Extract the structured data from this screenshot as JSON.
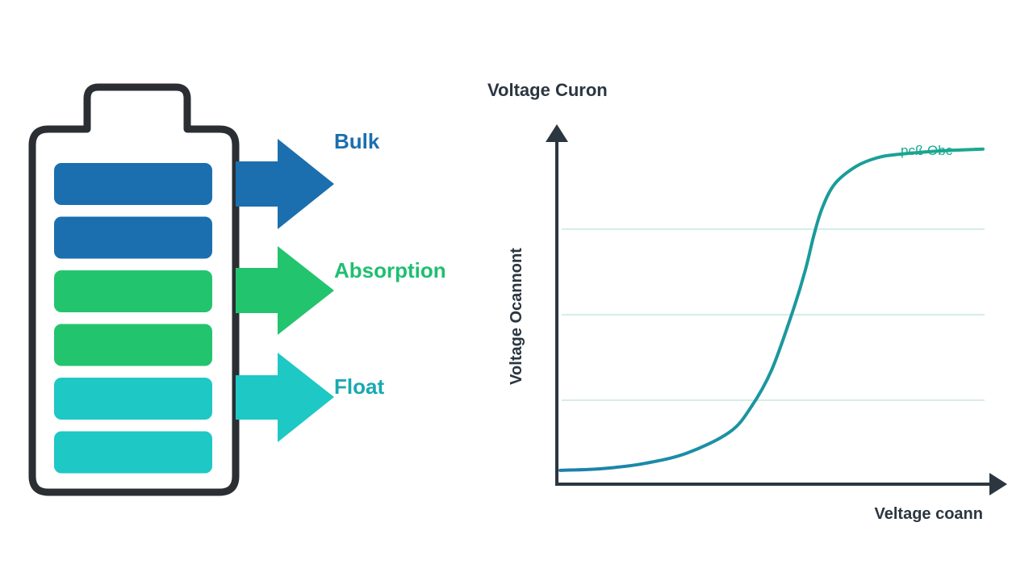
{
  "colors": {
    "outline": "#2b2f33",
    "bulk": "#1b6fae",
    "absorption": "#23c46e",
    "float": "#1ec8c4",
    "bulk_label": "#1b6fae",
    "absorption_label": "#1fbf70",
    "float_label": "#18a9b0",
    "curve": "#19a98f",
    "curve_start": "#1b7fae",
    "grid": "#d6ece9",
    "text_dark": "#2b3640"
  },
  "battery": {
    "cells": [
      {
        "stage": "bulk"
      },
      {
        "stage": "bulk"
      },
      {
        "stage": "absorption"
      },
      {
        "stage": "absorption"
      },
      {
        "stage": "float"
      },
      {
        "stage": "float"
      }
    ]
  },
  "stages": [
    {
      "key": "bulk",
      "label": "Bulk"
    },
    {
      "key": "absorption",
      "label": "Absorption"
    },
    {
      "key": "float",
      "label": "Float"
    }
  ],
  "chart": {
    "title": "Voltage Curon",
    "ylabel": "Voltage Ocannont",
    "xlabel": "Veltage coann",
    "curve_label": "pcß Obc"
  },
  "chart_data": {
    "type": "line",
    "title": "Voltage Curon",
    "xlabel": "Veltage coann",
    "ylabel": "Voltage Ocannont",
    "grid": true,
    "xlim": [
      0,
      1
    ],
    "ylim": [
      0,
      1
    ],
    "series": [
      {
        "name": "pcß Obc",
        "x": [
          0,
          0.1,
          0.2,
          0.3,
          0.4,
          0.45,
          0.5,
          0.55,
          0.58,
          0.6,
          0.62,
          0.65,
          0.7,
          0.75,
          0.8,
          0.9,
          1.0
        ],
        "y": [
          0.04,
          0.045,
          0.06,
          0.09,
          0.15,
          0.22,
          0.33,
          0.5,
          0.62,
          0.72,
          0.8,
          0.87,
          0.92,
          0.945,
          0.955,
          0.965,
          0.97
        ]
      }
    ]
  }
}
